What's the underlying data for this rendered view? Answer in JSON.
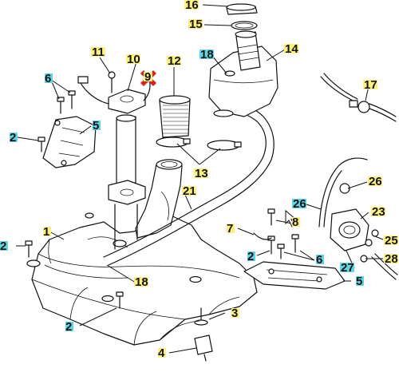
{
  "diagram": {
    "labels": {
      "l1": "1",
      "l2a": "2",
      "l2b": "2",
      "l2c": "2",
      "l2d": "2",
      "l3": "3",
      "l4": "4",
      "l5a": "5",
      "l5b": "5",
      "l6a": "6",
      "l6b": "6",
      "l7": "7",
      "l8": "8",
      "l9": "9",
      "l10": "10",
      "l11": "11",
      "l12": "12",
      "l13": "13",
      "l14": "14",
      "l15": "15",
      "l16": "16",
      "l17": "17",
      "l18a": "18",
      "l18b": "18",
      "l21": "21",
      "l23": "23",
      "l25": "25",
      "l26a": "26",
      "l26b": "26",
      "l27": "27",
      "l28": "28"
    },
    "highlight_colors": {
      "yellow": "#fff27a",
      "cyan": "#5fd6e6",
      "marker": "#e0201c"
    }
  }
}
